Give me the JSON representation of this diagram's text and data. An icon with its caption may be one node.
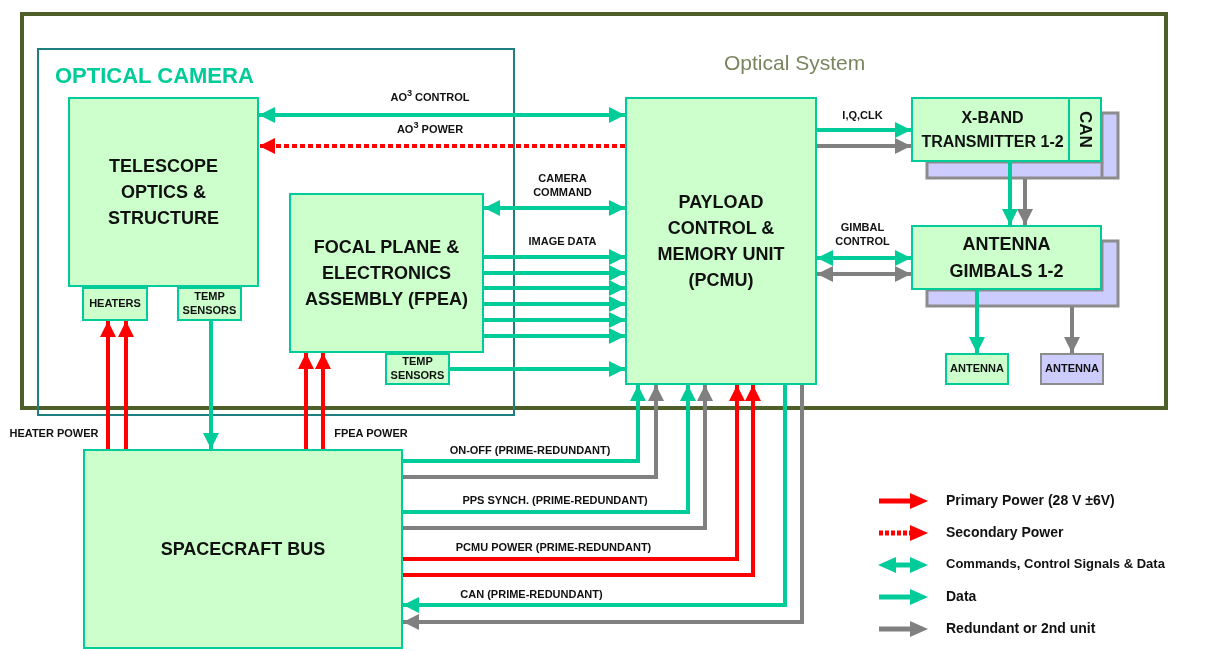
{
  "diagram": {
    "nodes": [
      {
        "text": [
          "Optical System"
        ]
      },
      {
        "text": [
          "OPTICAL CAMERA"
        ],
        "in": 0
      },
      {
        "text": [
          "TELESCOPE OPTICS & STRUCTURE"
        ],
        "in": 1
      },
      {
        "text": [
          "HEATERS"
        ],
        "in": 1
      },
      {
        "text": [
          "TEMP SENSORS"
        ],
        "in": 1
      },
      {
        "text": [
          "FOCAL PLANE & ELECTRONICS ASSEMBLY (FPEA)"
        ],
        "in": 1
      },
      {
        "text": [
          "TEMP SENSORS"
        ],
        "in": 1
      },
      {
        "text": [
          "PAYLOAD CONTROL & MEMORY UNIT (PCMU)"
        ],
        "in": 0
      },
      {
        "text": [
          "X-BAND TRANSMITTER 1-2"
        ],
        "in": 0
      },
      {
        "text": [
          "CAN"
        ],
        "in": 8
      },
      {
        "text": [
          "ANTENNA GIMBALS 1-2"
        ],
        "in": 0
      },
      {
        "text": [
          "ANTENNA"
        ],
        "in": 0
      },
      {
        "text": [
          "ANTENNA"
        ],
        "in": 0
      },
      {
        "text": [
          "SPACECRAFT BUS"
        ]
      }
    ],
    "edges": [
      {
        "from": 7,
        "to": 2,
        "arrow": "both",
        "label": "AO$^{3}$ CONTROL"
      },
      {
        "from": 7,
        "to": 2,
        "arrow": "to",
        "label": "AO$^{3}$ POWER",
        "style": "dashed",
        "color": "#ff0000"
      },
      {
        "from": 5,
        "to": 7,
        "arrow": "both",
        "label": "CAMERA COMMAND"
      },
      {
        "from": 5,
        "to": 7,
        "arrow": "to",
        "label": "IMAGE DATA"
      },
      {
        "from": 5,
        "to": 7,
        "arrow": "to"
      },
      {
        "from": 5,
        "to": 7,
        "arrow": "to"
      },
      {
        "from": 5,
        "to": 7,
        "arrow": "to"
      },
      {
        "from": 5,
        "to": 7,
        "arrow": "to"
      },
      {
        "from": 5,
        "to": 7,
        "arrow": "to"
      },
      {
        "from": 6,
        "to": 7,
        "arrow": "to"
      },
      {
        "from": 7,
        "to": 8,
        "arrow": "to",
        "label": "I,Q,CLK"
      },
      {
        "from": 7,
        "to": 8,
        "arrow": "to",
        "color": "#808080"
      },
      {
        "from": 8,
        "to": 10,
        "arrow": "to"
      },
      {
        "from": 8,
        "to": 10,
        "arrow": "to",
        "color": "#808080"
      },
      {
        "from": 7,
        "to": 10,
        "arrow": "both",
        "label": "GIMBAL CONTROL"
      },
      {
        "from": 7,
        "to": 10,
        "arrow": "both",
        "color": "#808080"
      },
      {
        "from": 10,
        "to": 11,
        "arrow": "to"
      },
      {
        "from": 10,
        "to": 12,
        "arrow": "to",
        "color": "#808080"
      },
      {
        "from": 13,
        "to": 3,
        "arrow": "to",
        "label": "HEATER POWER",
        "color": "#ff0000"
      },
      {
        "from": 13,
        "to": 3,
        "arrow": "to",
        "color": "#ff0000"
      },
      {
        "from": 4,
        "to": 13,
        "arrow": "to"
      },
      {
        "from": 13,
        "to": 5,
        "arrow": "to",
        "color": "#ff0000"
      },
      {
        "from": 13,
        "to": 5,
        "arrow": "to",
        "label": "FPEA POWER",
        "color": "#ff0000"
      },
      {
        "from": 13,
        "to": 7,
        "arrow": "to",
        "label": "ON-OFF (PRIME-REDUNDANT)"
      },
      {
        "from": 13,
        "to": 7,
        "arrow": "to",
        "color": "#808080"
      },
      {
        "from": 13,
        "to": 7,
        "arrow": "to",
        "label": "PPS  SYNCH. (PRIME-REDUNDANT)"
      },
      {
        "from": 13,
        "to": 7,
        "arrow": "to",
        "color": "#808080"
      },
      {
        "from": 13,
        "to": 7,
        "arrow": "to",
        "label": "PCMU POWER (PRIME-REDUNDANT)",
        "color": "#ff0000"
      },
      {
        "from": 13,
        "to": 7,
        "arrow": "to",
        "color": "#ff0000"
      },
      {
        "from": 7,
        "to": 13,
        "arrow": "to",
        "label": "CAN (PRIME-REDUNDANT)"
      },
      {
        "from": 7,
        "to": 13,
        "arrow": "to",
        "color": "#808080"
      }
    ],
    "legend": [
      {
        "text": "Primary Power (28 V ±6V)"
      },
      {
        "text": "Secondary Power"
      },
      {
        "text": "Commands, Control Signals & Data"
      },
      {
        "text": "Data"
      },
      {
        "text": "Redundant or 2nd unit"
      }
    ]
  }
}
